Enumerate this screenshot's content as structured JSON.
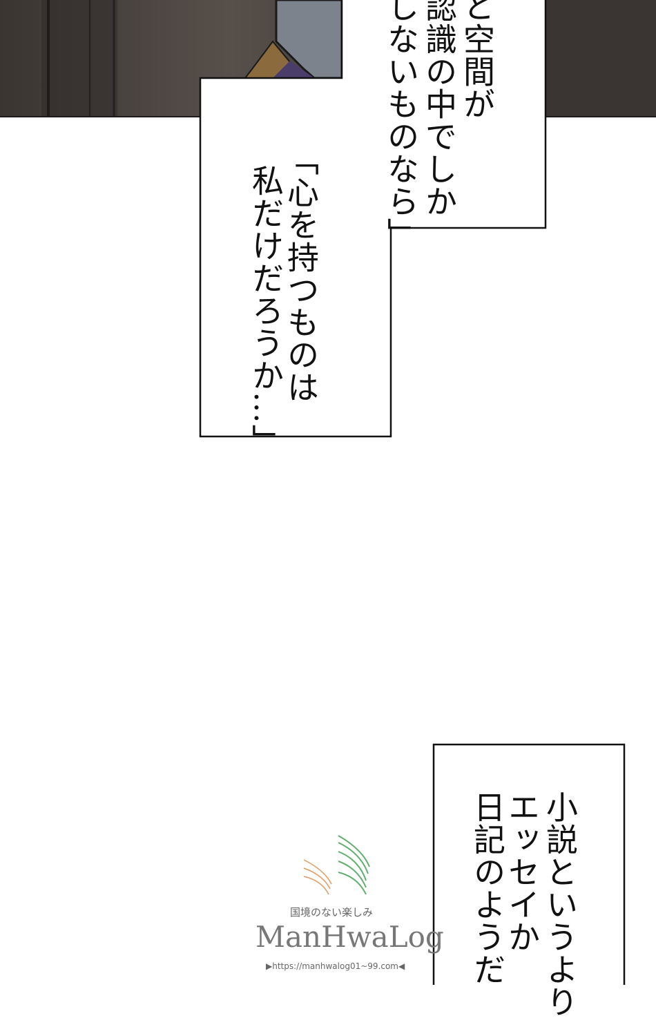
{
  "panel_top": {
    "caption_columns": [
      "と空間が",
      "認識の中でしか",
      "しないものなら」"
    ],
    "quote_columns": [
      "「心を持つものは",
      "私だけだろうか…」"
    ]
  },
  "caption_bottom": {
    "columns": [
      "小説というより",
      "エッセイか",
      "日記のようだ"
    ]
  },
  "watermark": {
    "tagline": "国境のない楽しみ",
    "logo": "ManHwaLog",
    "url": "▶https://manhwalog01~99.com◀",
    "colors": {
      "green": "#3c9a4a",
      "orange": "#d9823a"
    }
  }
}
